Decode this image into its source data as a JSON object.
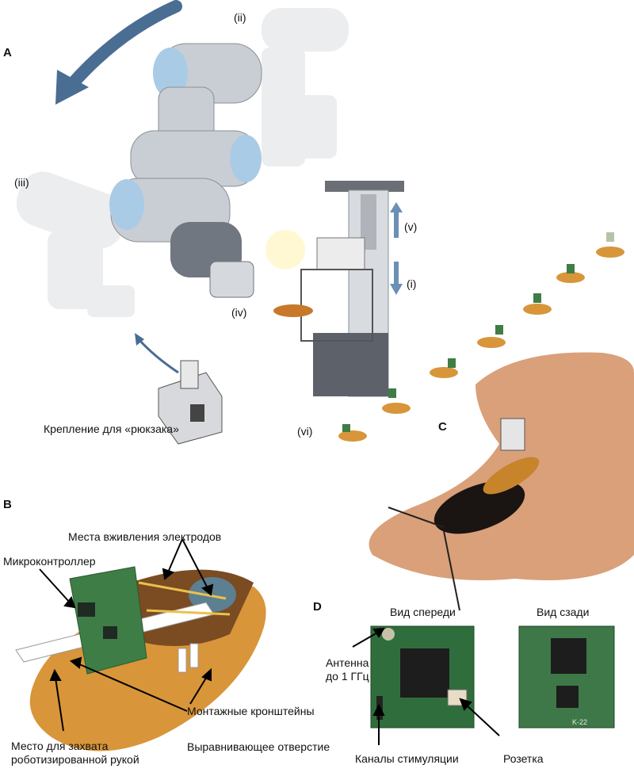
{
  "panels": {
    "a": "A",
    "b": "B",
    "c": "C",
    "d": "D"
  },
  "panel_a": {
    "stage_labels": {
      "i": "(i)",
      "ii": "(ii)",
      "iii": "(iii)",
      "iv": "(iv)",
      "v": "(v)",
      "vi": "(vi)"
    },
    "backpack_mount": "Крепление для «рюкзака»"
  },
  "panel_b": {
    "electrode_sites": "Места вживления электродов",
    "microcontroller": "Микроконтроллер",
    "mounting_brackets": "Монтажные кронштейны",
    "alignment_hole": "Выравнивающее отверстие",
    "grip_place_line1": "Место для захвата",
    "grip_place_line2": "роботизированной рукой"
  },
  "panel_d": {
    "front_view": "Вид спереди",
    "back_view": "Вид сзади",
    "antenna_line1": "Антенна",
    "antenna_line2": "до 1 ГГц",
    "stim_channels": "Каналы стимуляции",
    "socket": "Розетка",
    "board_marking": "K-22"
  },
  "colors": {
    "arrow_blue": "#4a6d93",
    "robot_gray": "#c9ced4",
    "robot_dark": "#707780",
    "joint_blue": "#a9cbe6",
    "pcb_green": "#3f7d46",
    "roach_brown": "#7b4b22",
    "roach_amber": "#d8953a",
    "skin": "#d9a07a"
  }
}
